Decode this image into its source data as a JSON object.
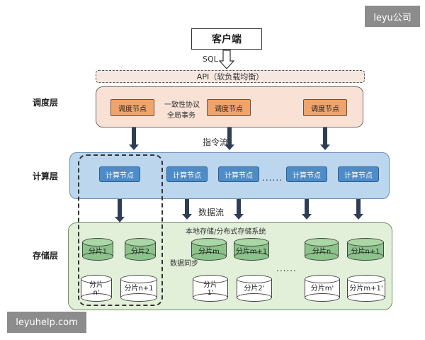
{
  "client": "客户端",
  "sql_label": "SQL",
  "api_label": "API（软负载均衡）",
  "layers": {
    "scheduling": "调度层",
    "compute": "计算层",
    "storage": "存储层"
  },
  "scheduling_nodes": [
    "调度节点",
    "调度节点",
    "调度节点"
  ],
  "consistency_label": {
    "line1": "一致性协议",
    "line2": "全局事务"
  },
  "instruction_flow": "指令流",
  "compute_nodes": [
    "计算节点",
    "计算节点",
    "计算节点",
    "计算节点",
    "计算节点"
  ],
  "ellipsis": "......",
  "data_flow": "数据流",
  "storage_system": "本地存储/分布式存储系统",
  "data_sync": "数据同步",
  "shards_top": [
    "分片1",
    "分片2",
    "分片m",
    "分片m+1",
    "分片n",
    "分片n+1"
  ],
  "shards_bottom": [
    "分片\nn'",
    "分片n+1",
    "分片\n1'",
    "分片2'",
    "分片m'",
    "分片m+1'"
  ],
  "watermarks": {
    "top_right": "leyu公司",
    "bottom_left": "leyuhelp.com"
  }
}
